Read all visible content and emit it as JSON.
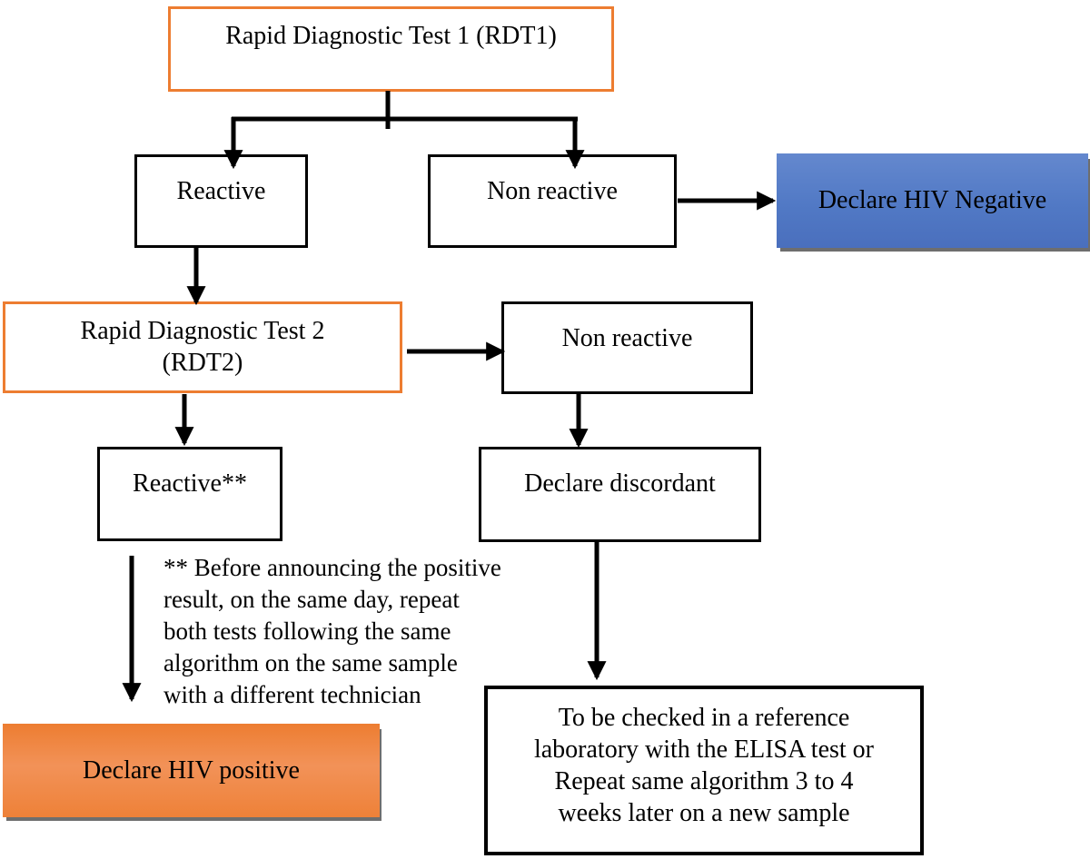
{
  "diagram": {
    "nodes": {
      "rdt1": "Rapid Diagnostic Test 1 (RDT1)",
      "reactive1": "Reactive",
      "nonreactive1": "Non reactive",
      "hiv_negative": "Declare HIV Negative",
      "rdt2": [
        "Rapid Diagnostic Test 2",
        "(RDT2)"
      ],
      "nonreactive2": "Non reactive",
      "reactive2": "Reactive**",
      "discordant": "Declare discordant",
      "hiv_positive": "Declare HIV positive",
      "reference": [
        "To be checked in a reference",
        "laboratory with the ELISA test or",
        "Repeat same algorithm 3 to 4",
        "weeks later on a new sample"
      ],
      "note": [
        "** Before announcing the positive",
        "result, on the same day, repeat",
        "both tests following the same",
        "algorithm on the same sample",
        "with a different technician"
      ]
    },
    "colors": {
      "accent_orange_border": "#ED7D31",
      "negative_box_top": "#6488CE",
      "negative_box_bottom": "#4A6FBD",
      "positive_box_top": "#ED7D31",
      "positive_box_mid": "#F29258",
      "positive_box_bottom": "#EE8138",
      "box_border_black": "#000000",
      "connector": "#000000",
      "shadow_gray": "#6E6E6E"
    }
  }
}
